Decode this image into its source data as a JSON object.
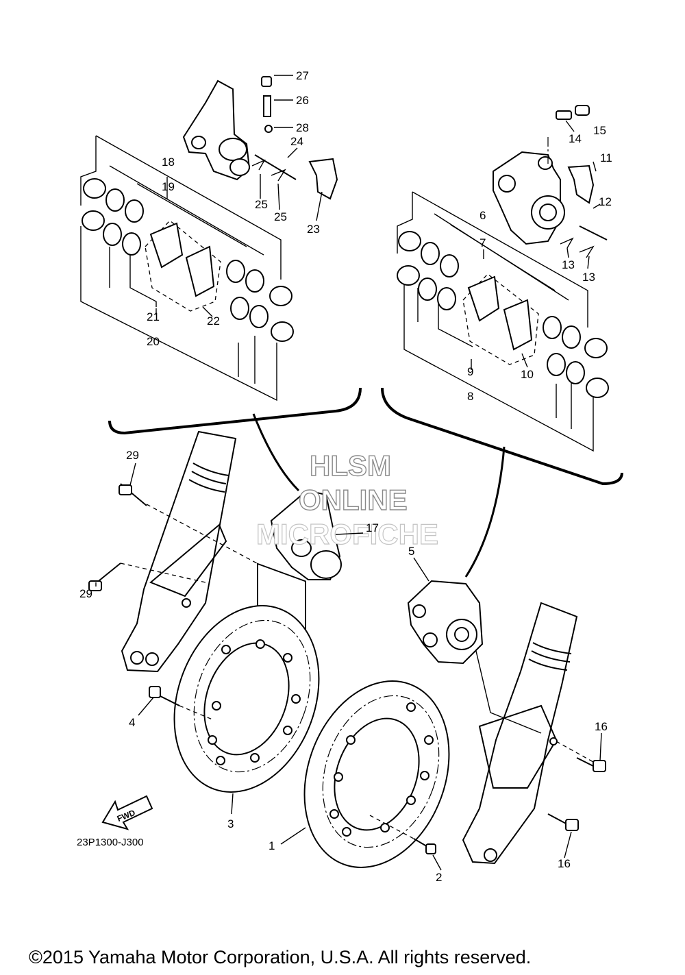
{
  "diagram": {
    "reference_code": "23P1300-J300",
    "direction_label": "FWD",
    "copyright": "©2015 Yamaha Motor Corporation, U.S.A. All rights reserved.",
    "watermark": [
      "HLSM",
      "ONLINE",
      "MICROFICHE"
    ]
  },
  "callouts": [
    {
      "id": "c1",
      "label": "1"
    },
    {
      "id": "c2",
      "label": "2"
    },
    {
      "id": "c3",
      "label": "3"
    },
    {
      "id": "c4",
      "label": "4"
    },
    {
      "id": "c5",
      "label": "5"
    },
    {
      "id": "c6",
      "label": "6"
    },
    {
      "id": "c7",
      "label": "7"
    },
    {
      "id": "c8",
      "label": "8"
    },
    {
      "id": "c9",
      "label": "9"
    },
    {
      "id": "c10",
      "label": "10"
    },
    {
      "id": "c11",
      "label": "11"
    },
    {
      "id": "c12",
      "label": "12"
    },
    {
      "id": "c13a",
      "label": "13"
    },
    {
      "id": "c13b",
      "label": "13"
    },
    {
      "id": "c14",
      "label": "14"
    },
    {
      "id": "c15",
      "label": "15"
    },
    {
      "id": "c16a",
      "label": "16"
    },
    {
      "id": "c16b",
      "label": "16"
    },
    {
      "id": "c17",
      "label": "17"
    },
    {
      "id": "c18",
      "label": "18"
    },
    {
      "id": "c19",
      "label": "19"
    },
    {
      "id": "c20",
      "label": "20"
    },
    {
      "id": "c21",
      "label": "21"
    },
    {
      "id": "c22",
      "label": "22"
    },
    {
      "id": "c23",
      "label": "23"
    },
    {
      "id": "c24",
      "label": "24"
    },
    {
      "id": "c25a",
      "label": "25"
    },
    {
      "id": "c25b",
      "label": "25"
    },
    {
      "id": "c26",
      "label": "26"
    },
    {
      "id": "c27",
      "label": "27"
    },
    {
      "id": "c28",
      "label": "28"
    },
    {
      "id": "c29a",
      "label": "29"
    },
    {
      "id": "c29b",
      "label": "29"
    }
  ]
}
